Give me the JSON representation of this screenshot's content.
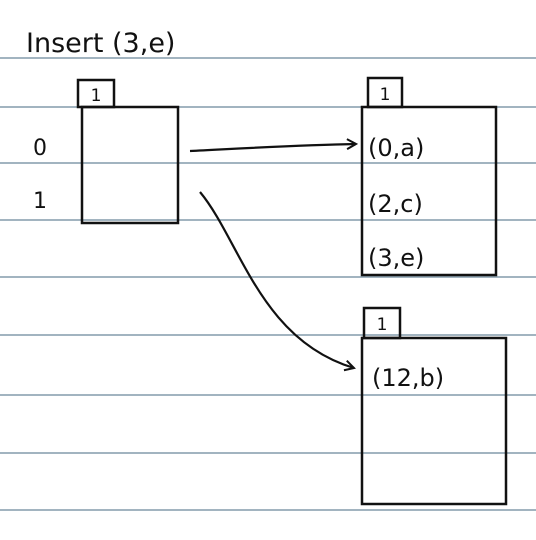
{
  "title": "Insert (3,e)",
  "colors": {
    "ink": "#111111",
    "rule": "#3a5f7a",
    "paper": "#ffffff"
  },
  "directory": {
    "global_depth": "1",
    "index_labels": [
      "0",
      "1"
    ]
  },
  "buckets": [
    {
      "local_depth": "1",
      "entries": [
        "(0,a)",
        "(2,c)",
        "(3,e)"
      ]
    },
    {
      "local_depth": "1",
      "entries": [
        "(12,b)"
      ]
    }
  ]
}
